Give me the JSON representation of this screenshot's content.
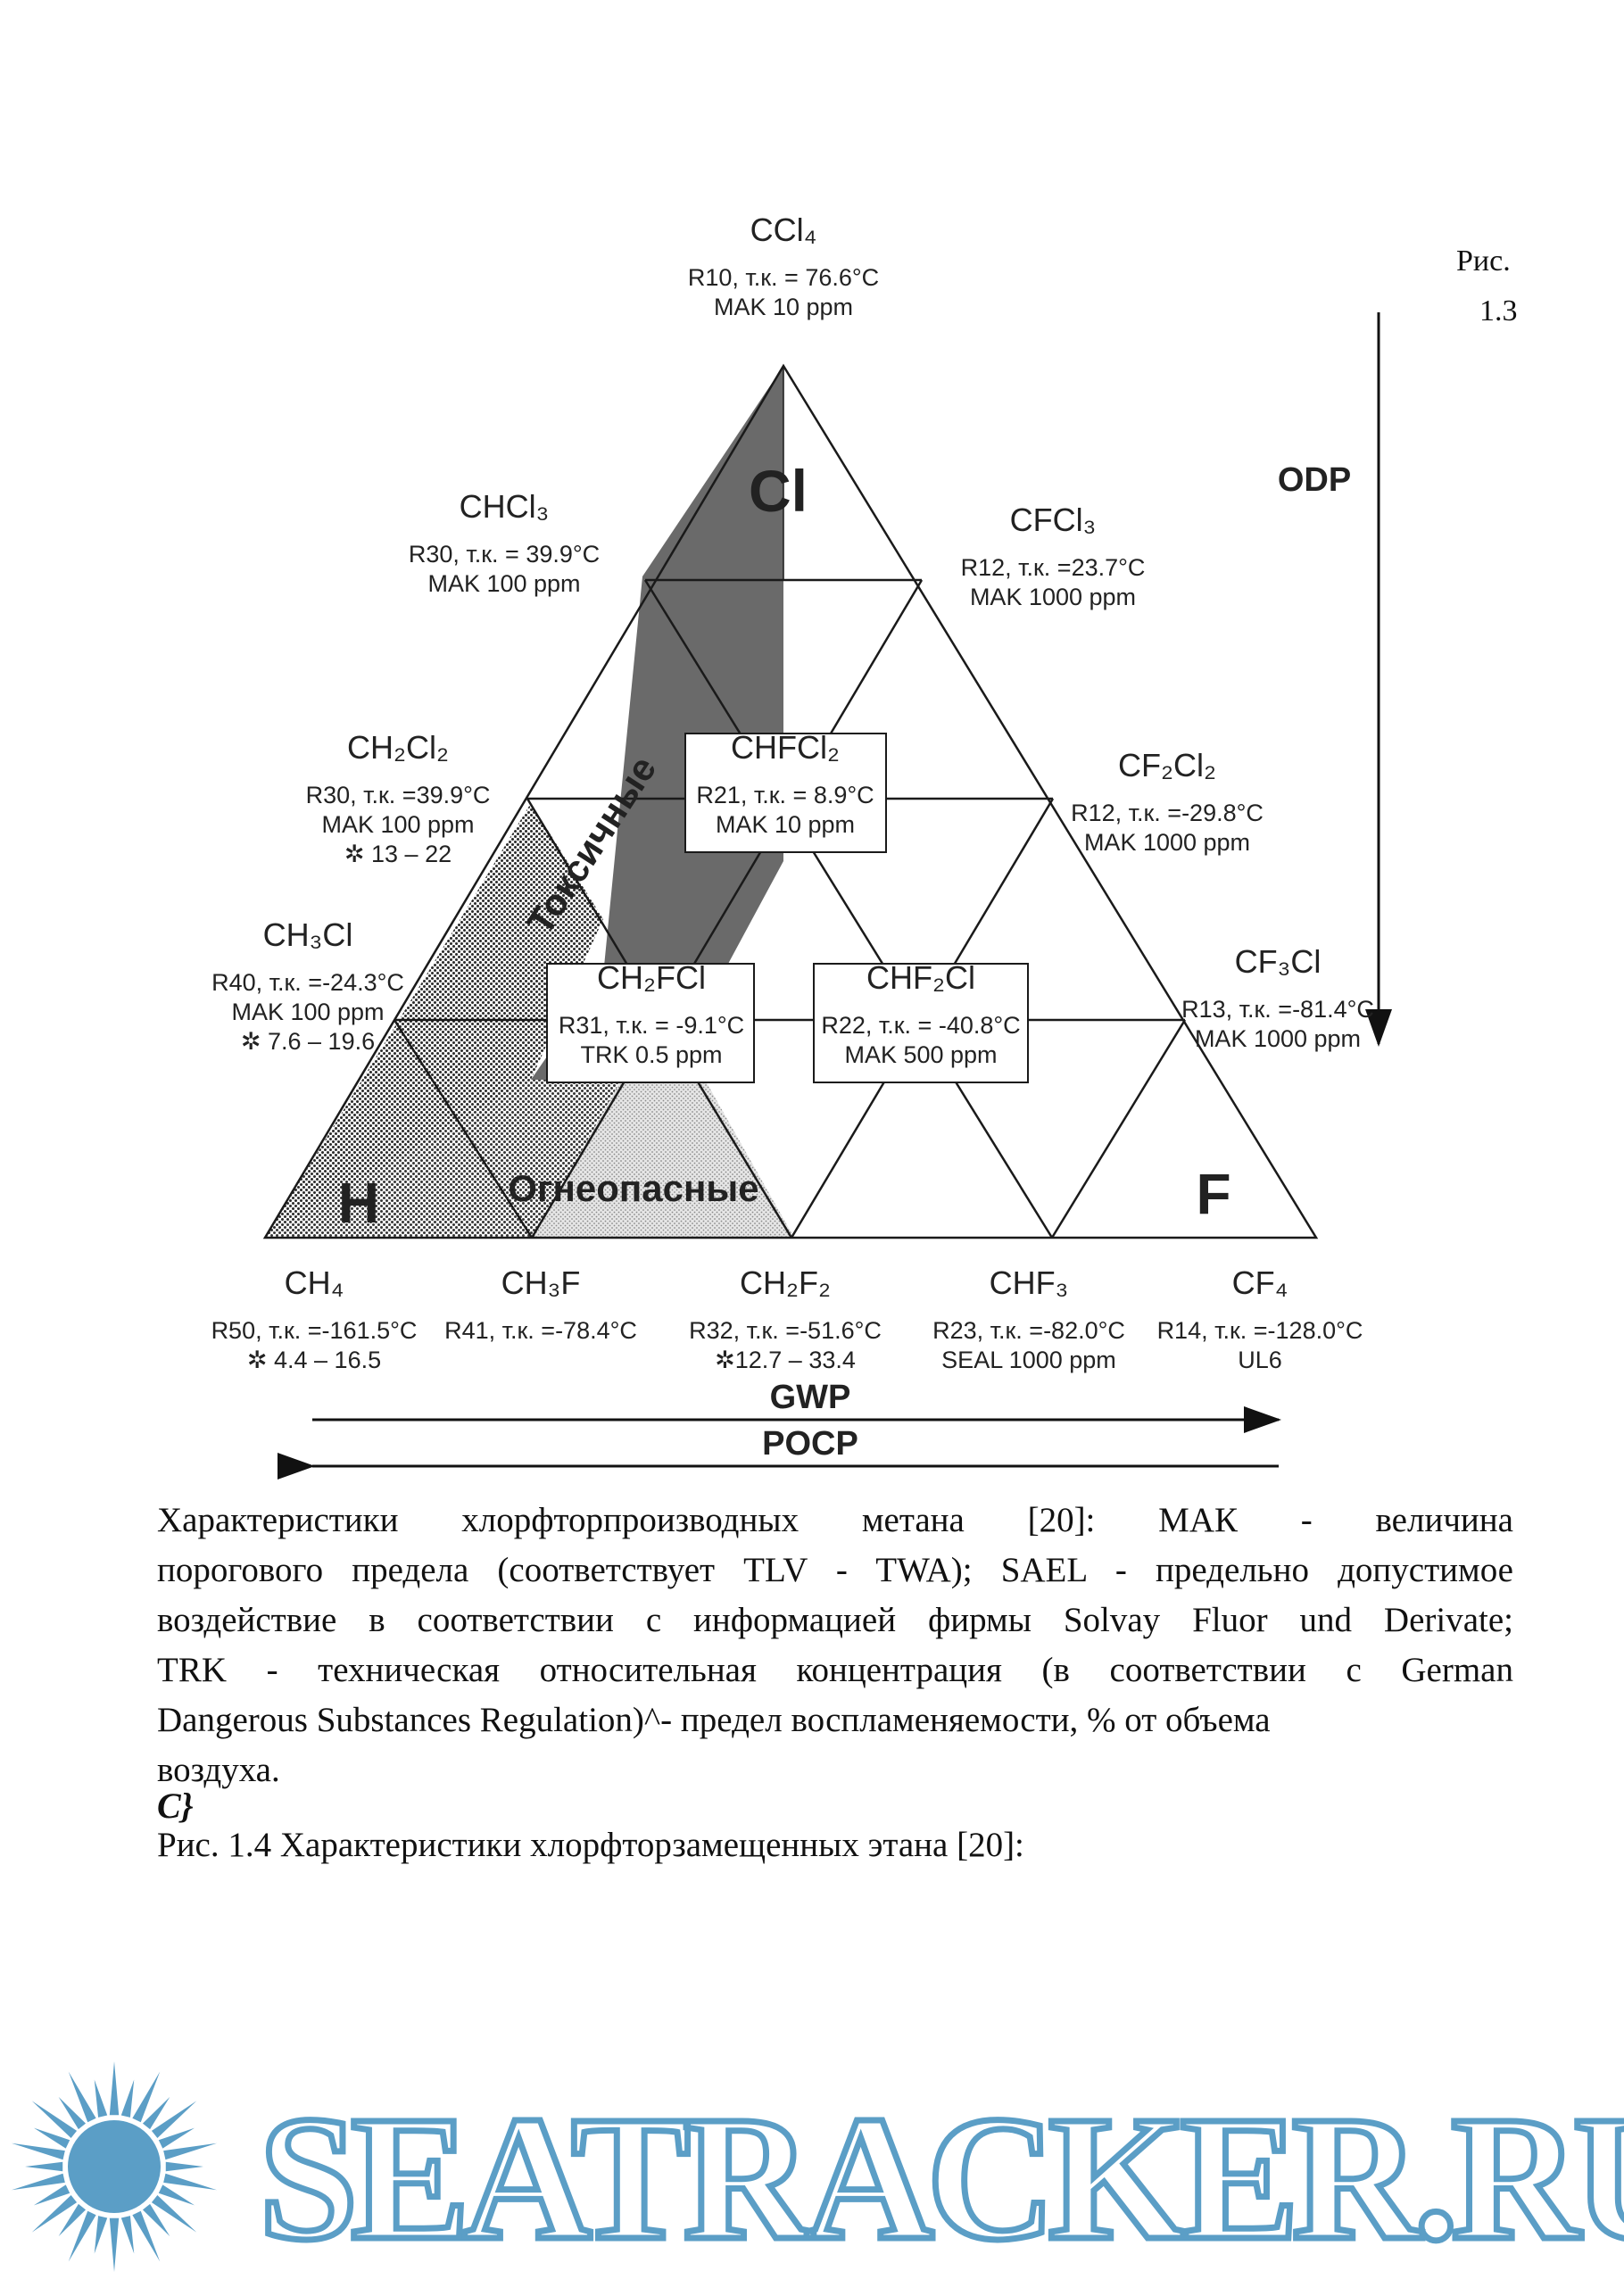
{
  "figure": {
    "side_label_1": "Рис.",
    "side_label_2": "1.3",
    "corner_labels": {
      "cl": "Cl",
      "h": "H",
      "f": "F"
    },
    "region_toxic": "Токсичные",
    "region_flammable": "Огнеопасные",
    "axes": {
      "odp": "ODP",
      "gwp": "GWP",
      "pocp": "POCP"
    },
    "compounds": [
      {
        "formula": "CCl₄",
        "line1": "R10, т.к. = 76.6°C",
        "line2": "MAK 10 ppm",
        "line3": ""
      },
      {
        "formula": "CHCl₃",
        "line1": "R30, т.к. = 39.9°C",
        "line2": "MAK 100 ppm",
        "line3": ""
      },
      {
        "formula": "CFCl₃",
        "line1": "R12, т.к. =23.7°C",
        "line2": "MAK 1000 ppm",
        "line3": ""
      },
      {
        "formula": "CH₂Cl₂",
        "line1": "R30, т.к. =39.9°C",
        "line2": "MAK 100 ppm",
        "line3": "✲  13 – 22"
      },
      {
        "formula": "CHFCl₂",
        "line1": "R21, т.к. = 8.9°C",
        "line2": "MAK 10 ppm",
        "line3": ""
      },
      {
        "formula": "CF₂Cl₂",
        "line1": "R12, т.к. =-29.8°C",
        "line2": "MAK 1000 ppm",
        "line3": ""
      },
      {
        "formula": "CH₃Cl",
        "line1": "R40, т.к. =-24.3°C",
        "line2": "MAK 100 ppm",
        "line3": "✲ 7.6 – 19.6"
      },
      {
        "formula": "CH₂FCl",
        "line1": "R31, т.к. = -9.1°C",
        "line2": "TRK 0.5 ppm",
        "line3": ""
      },
      {
        "formula": "CHF₂Cl",
        "line1": "R22, т.к. = -40.8°C",
        "line2": "MAK 500 ppm",
        "line3": ""
      },
      {
        "formula": "CF₃Cl",
        "line1": "R13, т.к. =-81.4°C",
        "line2": "MAK 1000 ppm",
        "line3": ""
      },
      {
        "formula": "CH₄",
        "line1": "R50, т.к. =-161.5°C",
        "line2": "✲ 4.4 – 16.5",
        "line3": ""
      },
      {
        "formula": "CH₃F",
        "line1": "R41, т.к. =-78.4°C",
        "line2": "",
        "line3": ""
      },
      {
        "formula": "CH₂F₂",
        "line1": "R32, т.к. =-51.6°C",
        "line2": "✲12.7 – 33.4",
        "line3": ""
      },
      {
        "formula": "CHF₃",
        "line1": "R23, т.к. =-82.0°C",
        "line2": "SEAL 1000 ppm",
        "line3": ""
      },
      {
        "formula": "CF₄",
        "line1": "R14, т.к. =-128.0°C",
        "line2": "UL6",
        "line3": ""
      }
    ]
  },
  "caption": {
    "line1": "Характеристики хлорфторпроизводных метана [20]: МАК - величина",
    "line2": "порогового предела (соответствует TLV - TWA); SAEL - предельно допустимое",
    "line3": "воздействие в соответствии с информацией фирмы Solvay Fluor und Derivate;",
    "line4": "TRK - техническая относительная концентрация (в соответствии с German",
    "line5": "Dangerous Substances Regulation)^- предел воспламеняемости, % от объема",
    "line6": "воздуха.",
    "symbol": "C}",
    "next_figure": "Рис. 1.4 Характеристики хлорфторзамещенных этана [20]:"
  },
  "watermark": {
    "text": "SEATRACKER.RU"
  },
  "colors": {
    "watermark_blue": "#5b9ec6",
    "toxic_fill": "#6e6e6e",
    "flammable_fill": "#bdbdbd"
  }
}
